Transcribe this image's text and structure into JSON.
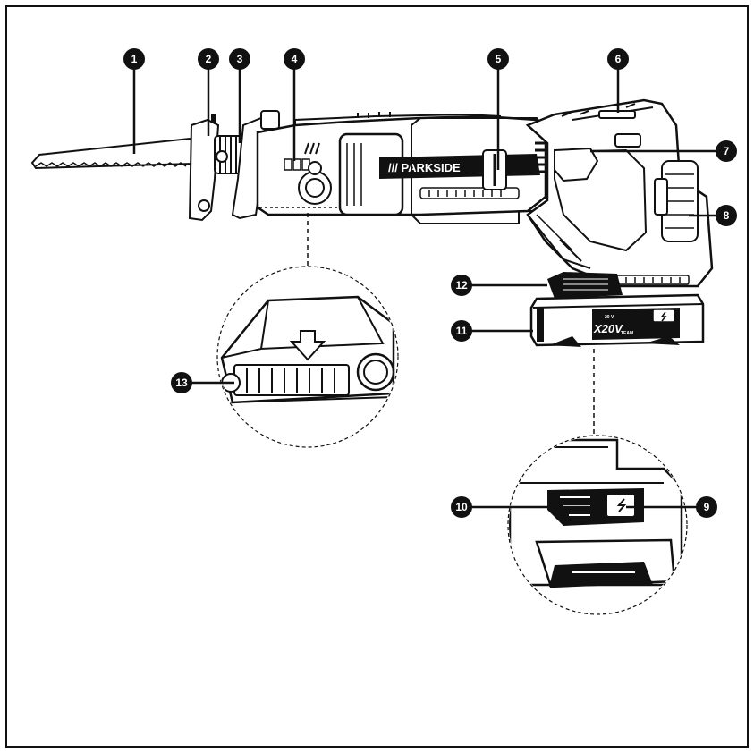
{
  "brand": {
    "text": "/// PARKSIDE",
    "slashes": "///"
  },
  "battery_badge": {
    "line1": "20 V",
    "line2": "X20V",
    "line3": "TEAM"
  },
  "callouts": [
    {
      "number": "1"
    },
    {
      "number": "2"
    },
    {
      "number": "3"
    },
    {
      "number": "4"
    },
    {
      "number": "5"
    },
    {
      "number": "6"
    },
    {
      "number": "7"
    },
    {
      "number": "8"
    },
    {
      "number": "9"
    },
    {
      "number": "10"
    },
    {
      "number": "11"
    },
    {
      "number": "12"
    },
    {
      "number": "13"
    }
  ],
  "colors": {
    "ink": "#111111",
    "paper": "#ffffff",
    "shade": "#cfcfcf"
  }
}
